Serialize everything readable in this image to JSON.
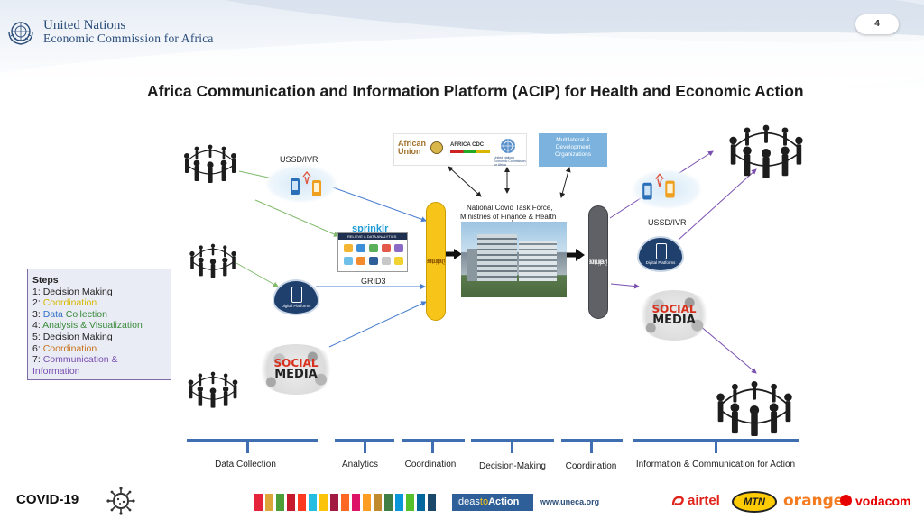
{
  "header": {
    "org_line1": "United Nations",
    "org_line2": "Economic Commission for Africa",
    "page_number": "4"
  },
  "title": "Africa Communication and Information Platform (ACIP) for Health and Economic Action",
  "diagram": {
    "ussd_left": "USSD/IVR",
    "ussd_right": "USSD/IVR",
    "grid3": "GRID3",
    "task_force_line1": "National Covid Task Force,",
    "task_force_line2": "Ministries of Finance & Health",
    "multilateral": [
      "Multilateral &",
      "Development",
      "Organizations"
    ],
    "coordination_left": [
      "Coordination",
      "Centre"
    ],
    "coordination_right": [
      "Coordination",
      "Centre"
    ],
    "sprinklr": "sprinklr",
    "sprinklr_panel": "RELIEVE & DATA ANALYTICS",
    "digital_platforms": [
      "Digital",
      "Platforms"
    ],
    "social_media": [
      "SOCIAL",
      "MEDIA"
    ],
    "partner_au": [
      "African",
      "Union"
    ],
    "partner_cdc": "AFRICA CDC",
    "partner_un": "United Nations Economic Commission for Africa",
    "icon_colors": {
      "accent_blue": "#3f6fb0",
      "coord_yellow": "#f7c51a",
      "coord_grey": "#5f6166"
    }
  },
  "steps": {
    "title": "Steps",
    "items": [
      {
        "num": "1",
        "text": "Decision Making"
      },
      {
        "num": "2",
        "text": "Coordination"
      },
      {
        "num": "3",
        "text_a": "Data",
        "text_b": "Collection"
      },
      {
        "num": "4",
        "text": "Analysis & Visualization"
      },
      {
        "num": "5",
        "text": "Decision Making"
      },
      {
        "num": "6",
        "text": "Coordination"
      },
      {
        "num": "7",
        "text_a": "Communication &",
        "text_b": "Information"
      }
    ]
  },
  "timeline": [
    "Data Collection",
    "Analytics",
    "Coordination",
    "Decision-Making",
    "Coordination",
    "Information & Communication for Action"
  ],
  "footer": {
    "covid": "COVID-19",
    "ideas_a": "Ideas",
    "ideas_b": "to",
    "ideas_c": "Action",
    "uneca": "www.uneca.org",
    "brands": [
      "airtel",
      "MTN",
      "orange",
      "vodacom"
    ]
  }
}
